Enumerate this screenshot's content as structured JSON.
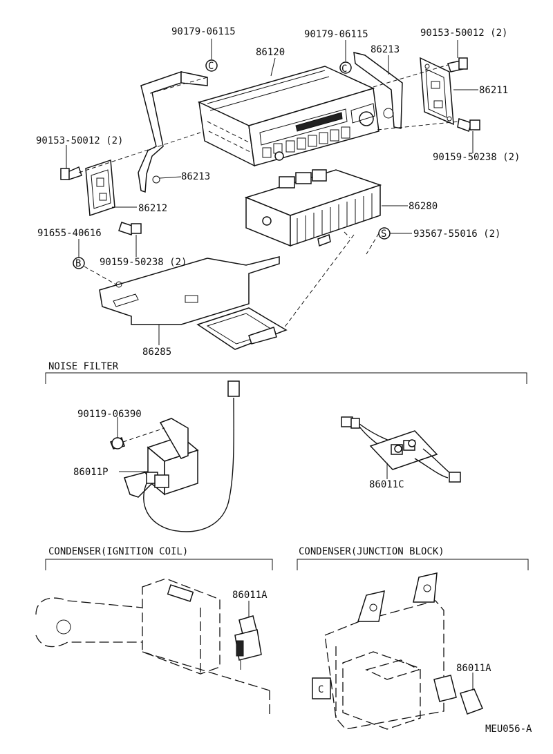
{
  "labels": {
    "p_90179_06115_a": "90179-06115",
    "p_86120": "86120",
    "p_90179_06115_b": "90179-06115",
    "p_86213_a": "86213",
    "p_90153_50012_a": "90153-50012 (2)",
    "p_86211": "86211",
    "p_90159_50238_a": "90159-50238 (2)",
    "p_90153_50012_b": "90153-50012 (2)",
    "p_86213_b": "86213",
    "p_86212": "86212",
    "p_86280": "86280",
    "p_91655_40616": "91655-40616",
    "p_93567_55016": "93567-55016 (2)",
    "p_90159_50238_b": "90159-50238 (2)",
    "p_86285": "86285",
    "p_90119_06390": "90119-06390",
    "p_86011P": "86011P",
    "p_86011C": "86011C",
    "p_86011A_a": "86011A",
    "p_86011A_b": "86011A",
    "ref_code": "MEU056-A"
  },
  "markers": {
    "c_a": "C",
    "c_b": "C",
    "c_c": "C",
    "b": "B",
    "s": "S"
  },
  "sections": {
    "noise_filter": "NOISE FILTER",
    "condenser_ignition": "CONDENSER(IGNITION COIL)",
    "condenser_junction": "CONDENSER(JUNCTION BLOCK)"
  }
}
